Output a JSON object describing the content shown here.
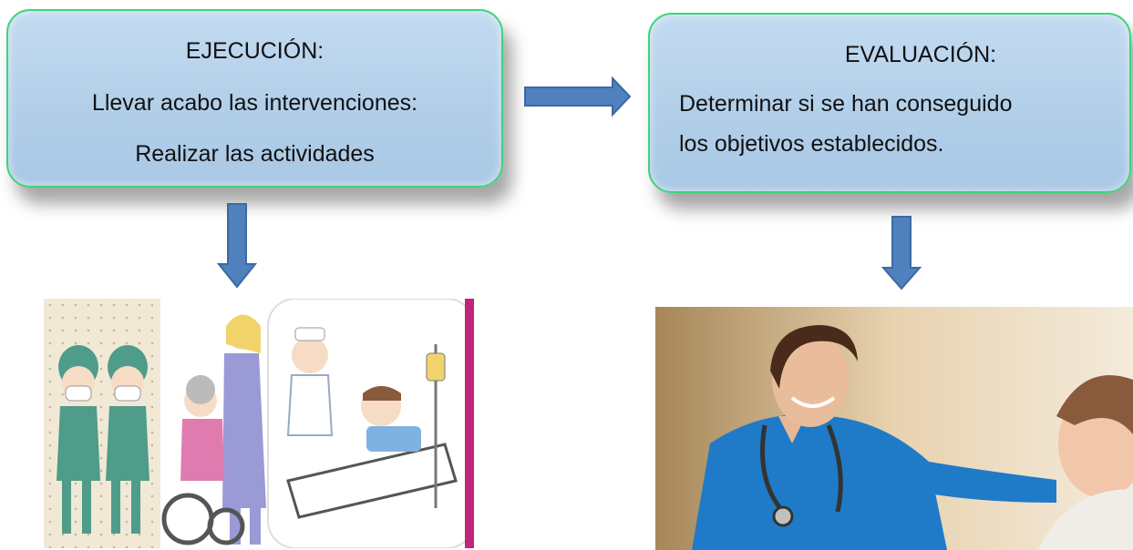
{
  "ejecucion": {
    "title": "EJECUCIÓN:",
    "line1": "Llevar acabo las intervenciones:",
    "line2": "Realizar las actividades"
  },
  "evaluacion": {
    "title": "EVALUACIÓN:",
    "line1": "Determinar si se han conseguido",
    "line2": "los objetivos establecidos."
  },
  "images": {
    "left": "cartoon-healthcare-workers-illustration",
    "right": "nurse-attending-patient-photo"
  },
  "colors": {
    "box_fill": "#b7d3ec",
    "box_border": "#3fd47a",
    "arrow_fill": "#4f81bd",
    "arrow_stroke": "#3a6aa3"
  }
}
